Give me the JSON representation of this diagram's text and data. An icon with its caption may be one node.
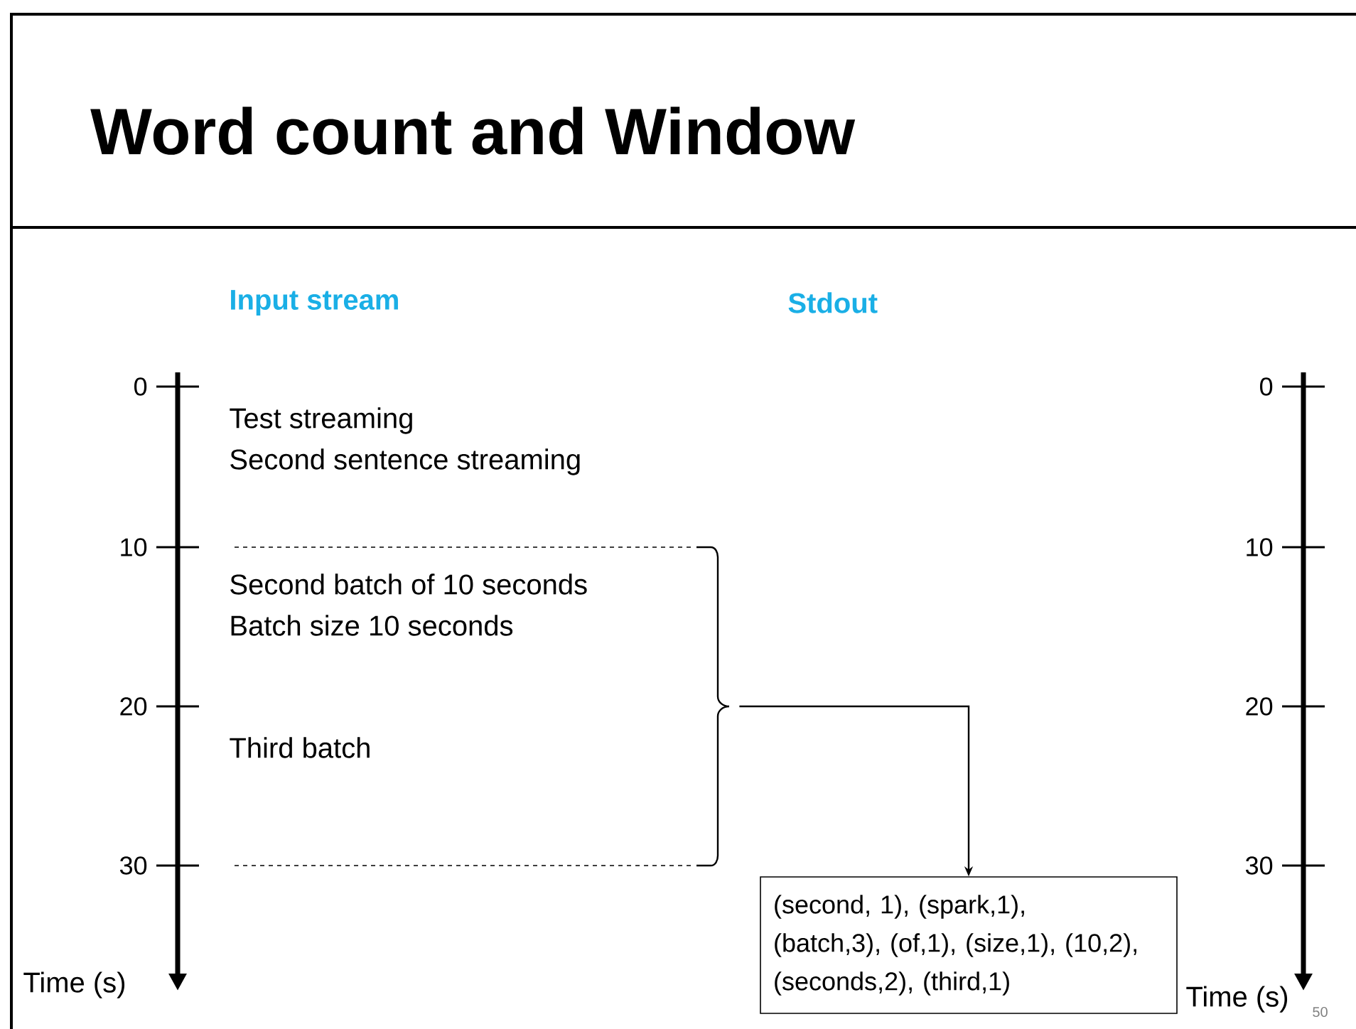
{
  "diagram": {
    "title": "Word count and Window",
    "nodes": [
      {
        "text": [],
        "shape": "bracket"
      },
      {
        "text": [
          "(second, 1), (spark,1), (batch,3), (of,1), (size,1), (10,2), (seconds,2), (third,1)"
        ]
      }
    ],
    "edges": [
      {
        "from": 0,
        "to": 1,
        "arrow": "to"
      }
    ],
    "labels": [
      "Input stream",
      "Stdout",
      "0",
      "10",
      "20",
      "30",
      "Test streaming",
      "Second sentence streaming",
      "Second batch of 10 seconds",
      "Batch size 10 seconds",
      "Third batch",
      "Time (s)",
      "0",
      "10",
      "20",
      "30",
      "Time (s)",
      "50"
    ]
  }
}
